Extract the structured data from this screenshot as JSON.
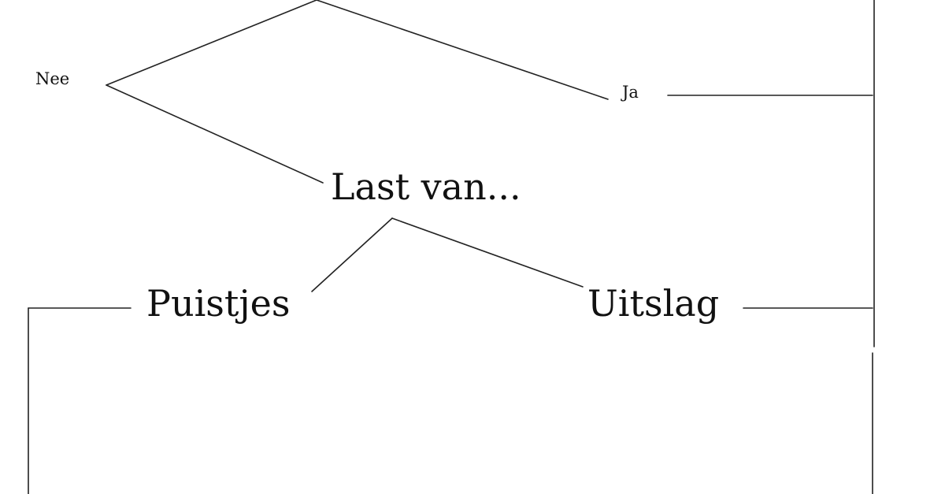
{
  "diagram": {
    "nodes": {
      "no_branch": "Nee",
      "yes_branch": "Ja",
      "question": "Last van...",
      "option_pimples": "Puistjes",
      "option_rash": "Uitslag"
    },
    "edges": [
      {
        "from": "top",
        "to": "Nee"
      },
      {
        "from": "top",
        "to": "Ja"
      },
      {
        "from": "Nee",
        "to": "Last van..."
      },
      {
        "from": "Last van...",
        "to": "Puistjes"
      },
      {
        "from": "Last van...",
        "to": "Uitslag"
      },
      {
        "from": "Ja",
        "to": "right-rail"
      },
      {
        "from": "Uitslag",
        "to": "right-rail"
      },
      {
        "from": "Puistjes",
        "to": "left-rail"
      }
    ],
    "line_color": "#222222"
  }
}
